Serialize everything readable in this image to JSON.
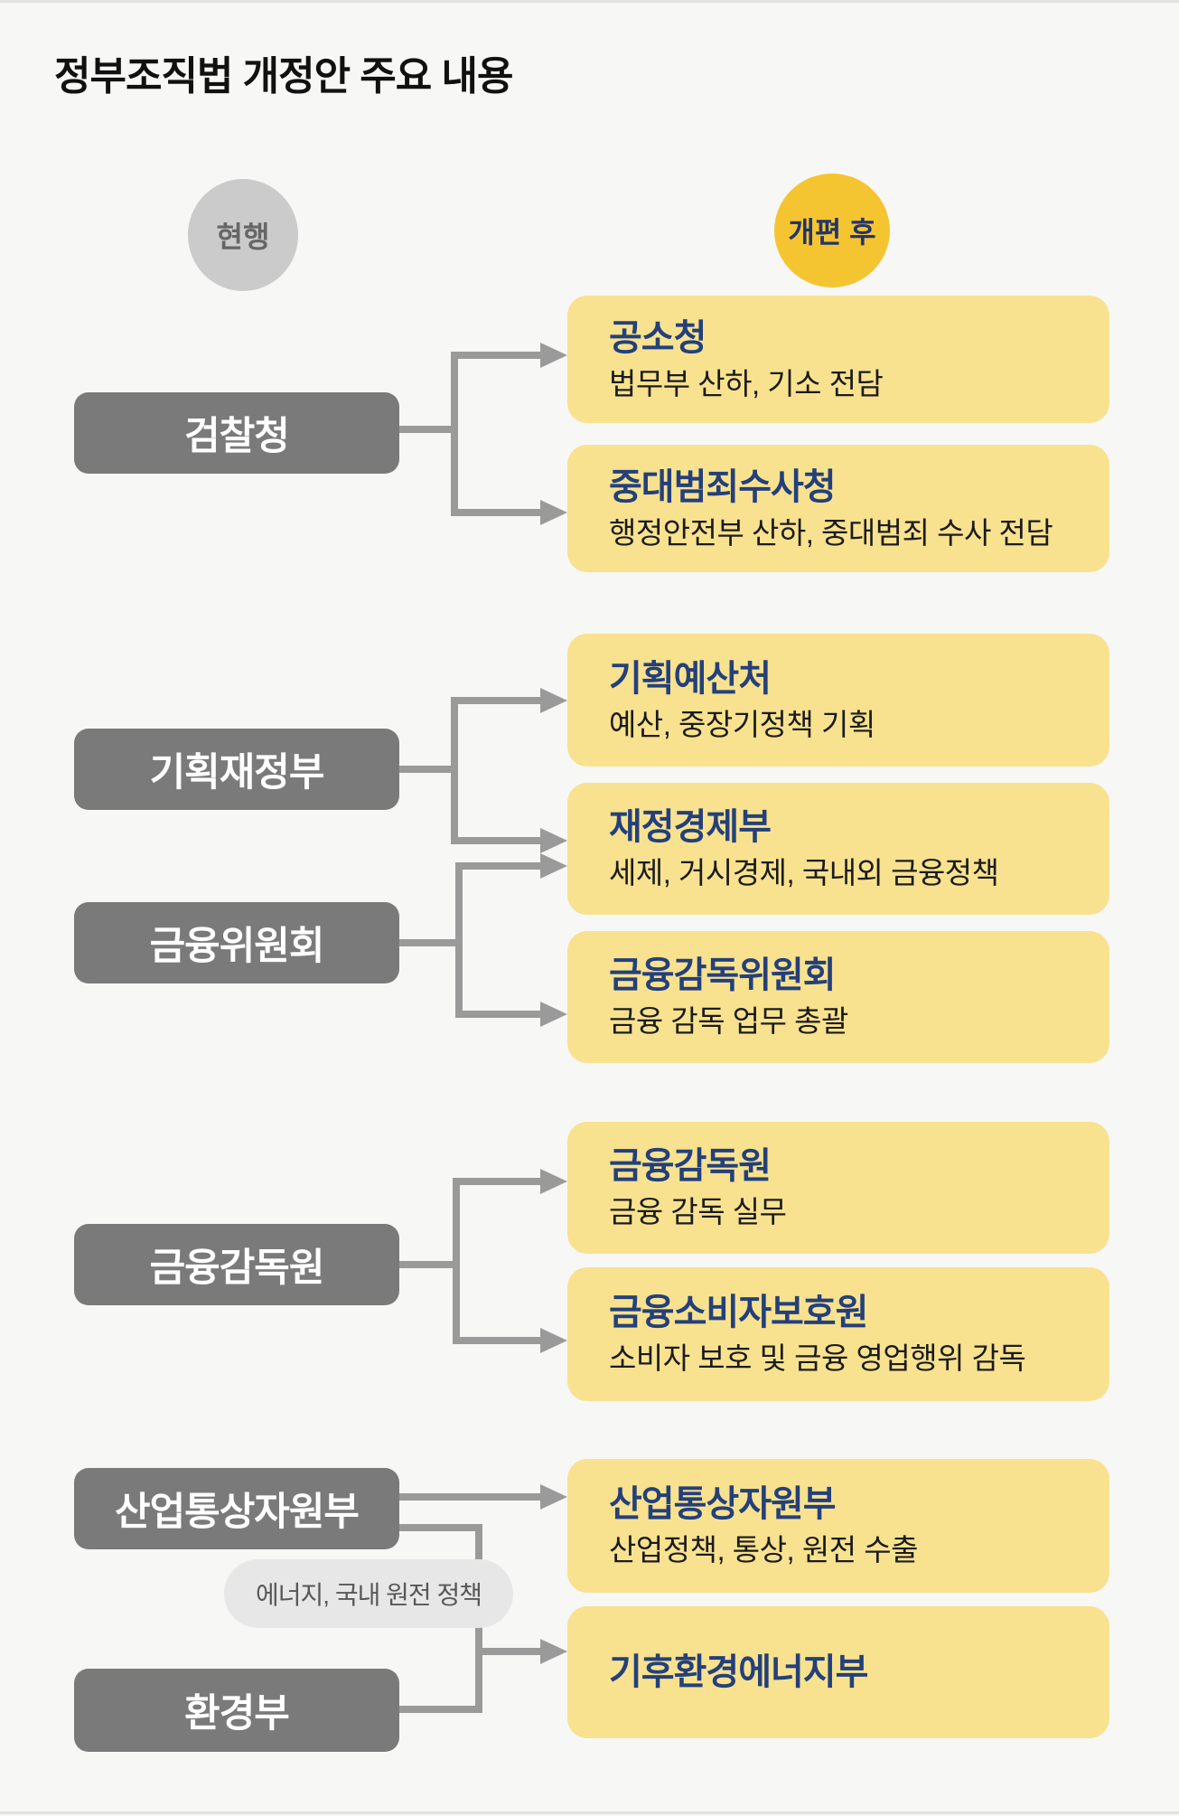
{
  "title": "정부조직법 개정안 주요 내용",
  "legend": {
    "current": "현행",
    "after": "개편 후"
  },
  "current_orgs": [
    {
      "label": "검찰청"
    },
    {
      "label": "기획재정부"
    },
    {
      "label": "금융위원회"
    },
    {
      "label": "금융감독원"
    },
    {
      "label": "산업통상자원부"
    },
    {
      "label": "환경부"
    }
  ],
  "reformed_orgs": [
    {
      "title": "공소청",
      "subtitle": "법무부 산하, 기소 전담"
    },
    {
      "title": "중대범죄수사청",
      "subtitle": "행정안전부 산하, 중대범죄 수사 전담"
    },
    {
      "title": "기획예산처",
      "subtitle": "예산, 중장기정책 기획"
    },
    {
      "title": "재정경제부",
      "subtitle": "세제, 거시경제, 국내외 금융정책"
    },
    {
      "title": "금융감독위원회",
      "subtitle": "금융 감독 업무 총괄"
    },
    {
      "title": "금융감독원",
      "subtitle": "금융 감독 실무"
    },
    {
      "title": "금융소비자보호원",
      "subtitle": "소비자 보호 및 금융 영업행위 감독"
    },
    {
      "title": "산업통상자원부",
      "subtitle": "산업정책, 통상, 원전 수출"
    },
    {
      "title": "기후환경에너지부",
      "subtitle": ""
    }
  ],
  "transfer_note": "에너지, 국내 원전 정책",
  "mappings": [
    {
      "from": "검찰청",
      "to": [
        "공소청",
        "중대범죄수사청"
      ]
    },
    {
      "from": "기획재정부",
      "to": [
        "기획예산처",
        "재정경제부"
      ]
    },
    {
      "from": "금융위원회",
      "to": [
        "재정경제부",
        "금융감독위원회"
      ]
    },
    {
      "from": "금융감독원",
      "to": [
        "금융감독원",
        "금융소비자보호원"
      ]
    },
    {
      "from": "산업통상자원부",
      "to": [
        "산업통상자원부",
        "기후환경에너지부"
      ]
    },
    {
      "from": "환경부",
      "to": [
        "기후환경에너지부"
      ]
    }
  ],
  "colors": {
    "background": "#f7f7f6",
    "reformed_panel_yellow": "#f8e28f",
    "after_badge_yellow": "#f5c531",
    "current_badge_gray": "#cbcbcb",
    "current_box_gray": "#7a7a7a",
    "heading_navy": "#24407b",
    "connector_gray": "#9a9a9a",
    "note_pill_gray": "#e7e7e7"
  }
}
